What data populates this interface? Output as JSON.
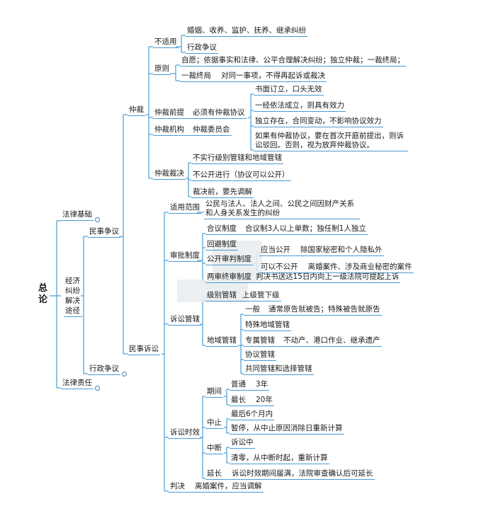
{
  "root": "总论",
  "level1": {
    "law_basics": "法律基础",
    "dispute": "经济纠纷解决途径",
    "liability": "法律责任"
  },
  "level2": {
    "civil_dispute": "民事争议",
    "admin_dispute": "行政争议"
  },
  "arbitration": {
    "label": "仲裁",
    "not_applicable": {
      "label": "不适用",
      "items": [
        "婚姻、收养、监护、抚养、继承纠纷",
        "行政争议"
      ]
    },
    "principles": {
      "label": "原则",
      "voluntary": "自愿；依据事实和法律、公平合理解决纠纷；独立仲裁；一裁终局；",
      "final_label": "一裁终局",
      "final_desc": "对同一事项，不得再起诉或裁决"
    },
    "premise": {
      "label": "仲裁前提",
      "desc": "必须有仲裁协议",
      "items": [
        "书面订立，口头无效",
        "一经依法成立，则具有效力",
        "独立存在，合同变动，不影响协议效力",
        "如果有仲裁协议，要在首次开庭前提出，则诉讼驳回。否则，视为放弃仲裁协议。"
      ]
    },
    "institution": {
      "label": "仲裁机构",
      "desc": "仲裁委员会"
    },
    "award": {
      "label": "仲裁裁决",
      "items": [
        "不实行级别管辖和地域管辖",
        "不公开进行（协议可以公开）",
        "裁决前，要先调解"
      ]
    }
  },
  "litigation": {
    "label": "民事诉讼",
    "scope": {
      "label": "适用范围",
      "desc": "公民与法人、法人之间、公民之间因财产关系和人身关系发生的纠纷"
    },
    "trial": {
      "label": "审批制度",
      "panel_label": "合议制度",
      "panel_desc": "合议制3人以上单数；独任制1人独立",
      "recusal_label": "回避制度",
      "public_label": "公开审判制度",
      "public_yes_label": "应当公开",
      "public_yes_desc": "除国家秘密和个人隐私外",
      "public_may_label": "可以不公开",
      "public_may_desc": "离婚案件、涉及商业秘密的案件",
      "two_level_label": "两审终审制度",
      "two_level_desc": "判决书送达15日内向上一级法院可提起上诉"
    },
    "jurisdiction": {
      "label": "诉讼管辖",
      "level_label": "级别管辖",
      "level_desc": "上级管下级",
      "territorial_label": "地域管辖",
      "general_label": "一般",
      "general_desc": "通常原告就被告；特殊被告就原告",
      "special": "特殊地域管辖",
      "exclusive_label": "专属管辖",
      "exclusive_desc": "不动产、港口作业、继承遗产",
      "agreement": "协议管辖",
      "joint": "共同管辖和选择管辖"
    },
    "limitation": {
      "label": "诉讼时效",
      "period_label": "期间",
      "normal_label": "普通",
      "normal_value": "3年",
      "longest_label": "最长",
      "longest_value": "20年",
      "suspend_label": "中止",
      "suspend_items": [
        "最后6个月内",
        "暂停，从中止原因消除日重新计算"
      ],
      "interrupt_label": "中断",
      "interrupt_items": [
        "诉讼中",
        "清零，从中断时起，重新计算"
      ],
      "extend_label": "延长",
      "extend_desc": "诉讼时效期间届满，法院审查确认后可延长"
    },
    "judgment": {
      "label": "判决",
      "desc": "离婚案件，应当调解"
    }
  },
  "colors": {
    "line": "#4a9bd1",
    "text": "#1a1a1a"
  }
}
